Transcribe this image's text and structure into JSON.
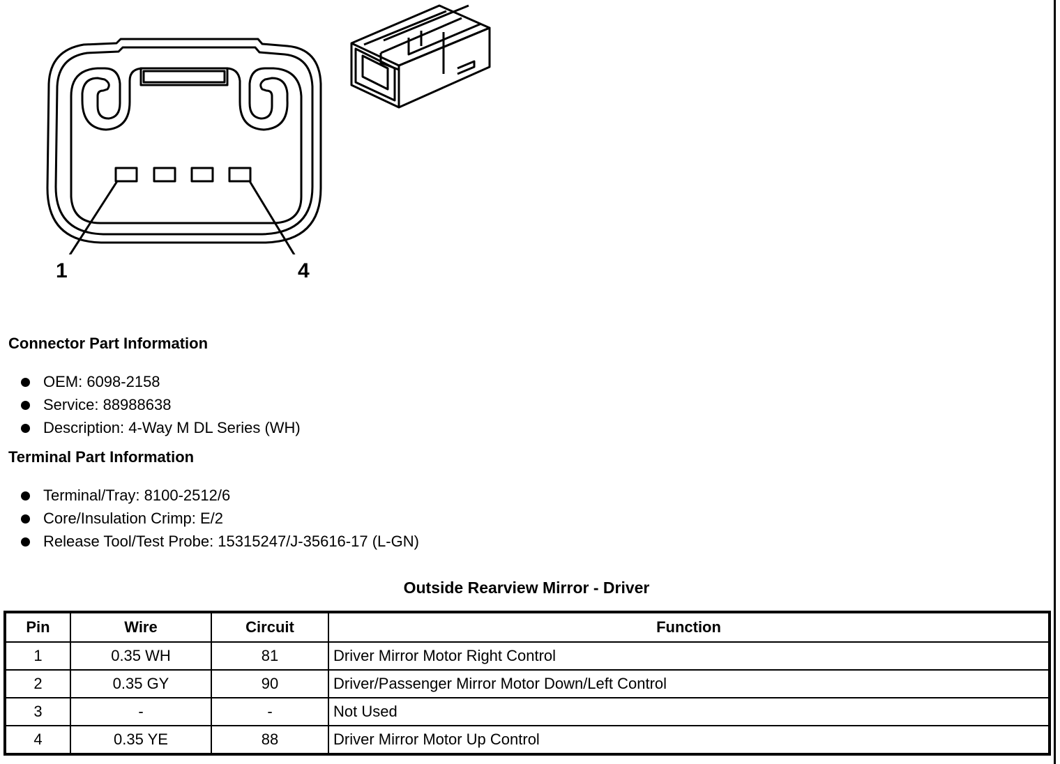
{
  "connector": {
    "pin_labels": {
      "first": "1",
      "last": "4"
    }
  },
  "connector_part_information": {
    "heading": "Connector Part Information",
    "items": [
      "OEM: 6098-2158",
      "Service: 88988638",
      "Description: 4-Way M DL Series (WH)"
    ]
  },
  "terminal_part_information": {
    "heading": "Terminal Part Information",
    "items": [
      "Terminal/Tray: 8100-2512/6",
      "Core/Insulation Crimp: E/2",
      "Release Tool/Test Probe: 15315247/J-35616-17 (L-GN)"
    ]
  },
  "pin_table": {
    "title": "Outside Rearview Mirror - Driver",
    "headers": [
      "Pin",
      "Wire",
      "Circuit",
      "Function"
    ],
    "rows": [
      [
        "1",
        "0.35 WH",
        "81",
        "Driver Mirror Motor Right Control"
      ],
      [
        "2",
        "0.35 GY",
        "90",
        "Driver/Passenger Mirror Motor Down/Left Control"
      ],
      [
        "3",
        "-",
        "-",
        "Not Used"
      ],
      [
        "4",
        "0.35 YE",
        "88",
        "Driver Mirror Motor Up Control"
      ]
    ]
  }
}
